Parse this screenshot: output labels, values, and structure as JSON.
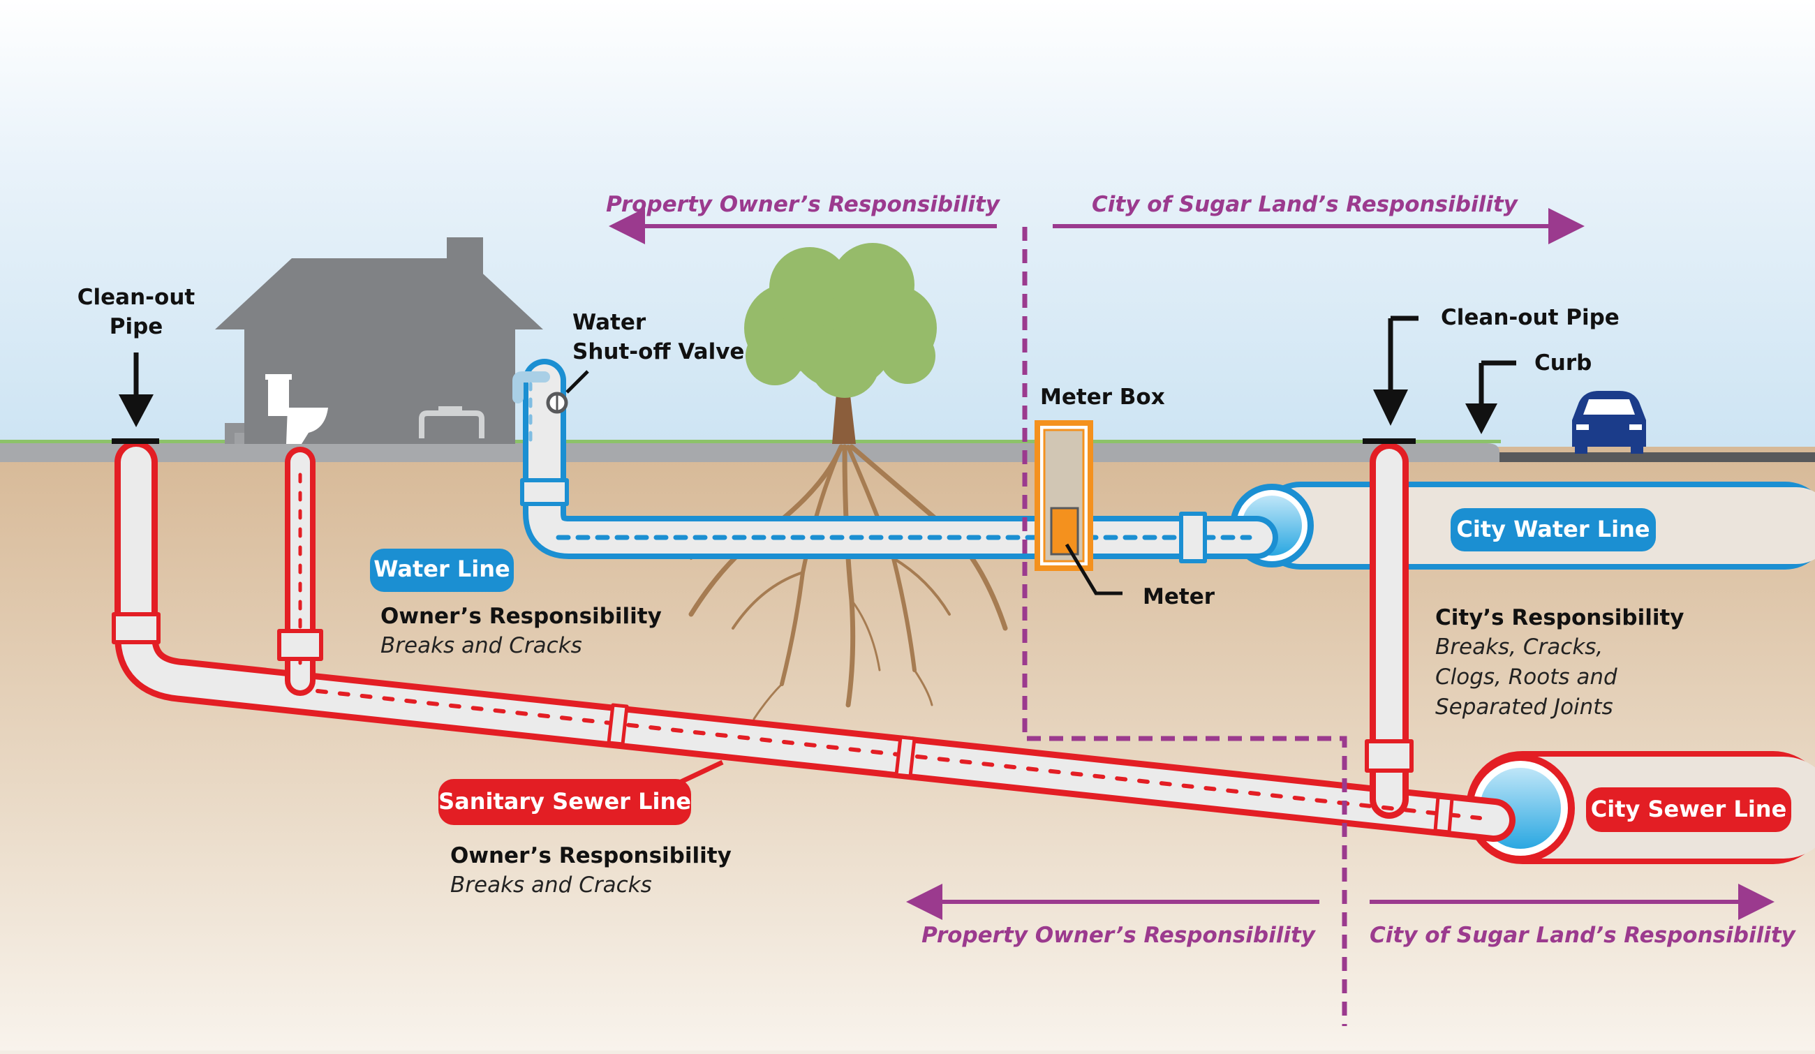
{
  "labels": {
    "cleanout_left_line1": "Clean-out",
    "cleanout_left_line2": "Pipe",
    "shutoff_line1": "Water",
    "shutoff_line2": "Shut-off Valve",
    "meter_box": "Meter Box",
    "meter": "Meter",
    "cleanout_right": "Clean-out Pipe",
    "curb": "Curb",
    "water_line": "Water Line",
    "city_water_line": "City Water Line",
    "sanitary_sewer_line": "Sanitary Sewer Line",
    "city_sewer_line": "City Sewer Line"
  },
  "responsibility": {
    "owner": "Property Owner’s Responsibility",
    "city": "City of Sugar Land’s Responsibility"
  },
  "water_notes": {
    "title": "Owner’s Responsibility",
    "detail": "Breaks and Cracks"
  },
  "sewer_notes": {
    "title": "Owner’s Responsibility",
    "detail": "Breaks and Cracks"
  },
  "city_notes": {
    "title": "City’s Responsibility",
    "line1": "Breaks, Cracks,",
    "line2": "Clogs, Roots and",
    "line3": "Separated Joints"
  },
  "colors": {
    "water_blue": "#1b8fd2",
    "sewer_red": "#e31e24",
    "responsibility_purple": "#9b3a8e",
    "house_gray": "#808285",
    "tree_green": "#96bb6a",
    "root_brown": "#a67c52"
  }
}
